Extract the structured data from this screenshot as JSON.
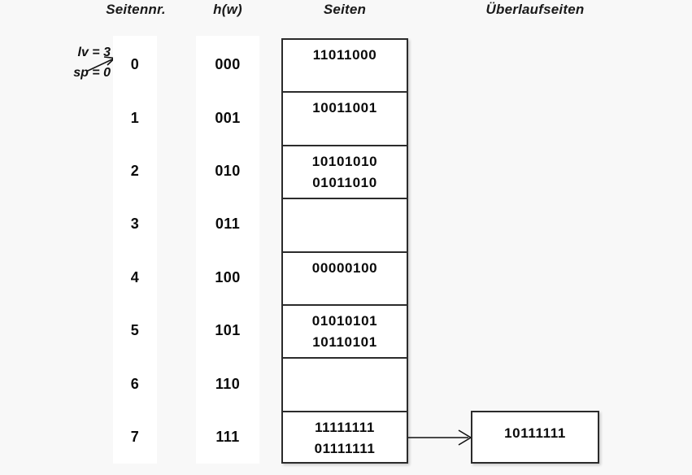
{
  "headers": {
    "seitennr": "Seitennr.",
    "hw": "h(w)",
    "seiten": "Seiten",
    "ueberlaufseiten": "Überlaufseiten"
  },
  "annotation": {
    "lv": "lv = 3",
    "sp": "sp = 0",
    "arrow_icon": "arrow-right-icon",
    "points_to_row": "0"
  },
  "colors": {
    "background": "#f8f8f8",
    "column_strip": "#ffffff",
    "box_border": "#2b2b2b",
    "text": "#0a0a0a"
  },
  "rows": [
    {
      "seitennr": "0",
      "hw": "000",
      "page_entries": [
        "11011000"
      ],
      "overflow": null
    },
    {
      "seitennr": "1",
      "hw": "001",
      "page_entries": [
        "10011001"
      ],
      "overflow": null
    },
    {
      "seitennr": "2",
      "hw": "010",
      "page_entries": [
        "10101010",
        "01011010"
      ],
      "overflow": null
    },
    {
      "seitennr": "3",
      "hw": "011",
      "page_entries": [],
      "overflow": null
    },
    {
      "seitennr": "4",
      "hw": "100",
      "page_entries": [
        "00000100"
      ],
      "overflow": null
    },
    {
      "seitennr": "5",
      "hw": "101",
      "page_entries": [
        "01010101",
        "10110101"
      ],
      "overflow": null
    },
    {
      "seitennr": "6",
      "hw": "110",
      "page_entries": [],
      "overflow": null
    },
    {
      "seitennr": "7",
      "hw": "111",
      "page_entries": [
        "11111111",
        "01111111"
      ],
      "overflow": "10111111"
    }
  ],
  "overflow_page": {
    "value": "10111111",
    "arrow_icon": "arrow-right-icon",
    "source_row": "7"
  }
}
